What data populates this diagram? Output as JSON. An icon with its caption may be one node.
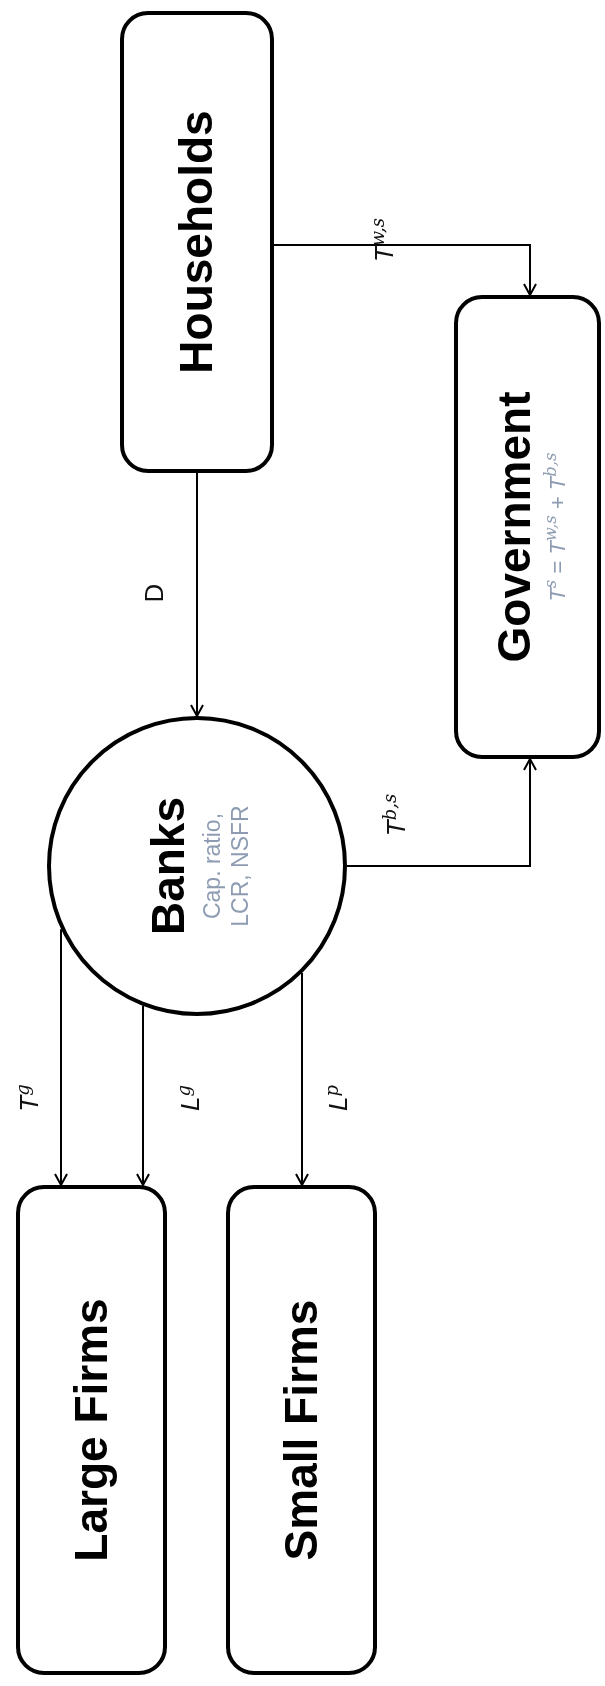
{
  "diagram": {
    "nodes": [
      {
        "text": [
          "Households"
        ]
      },
      {
        "text": [
          "Government",
          "*T*$^{s}$ = *T*$^{w,s}$ + *T*$^{b,s}$"
        ]
      },
      {
        "text": [
          "Banks",
          "Cap. ratio, LCR, NSFR"
        ]
      },
      {
        "text": [
          "Large Firms"
        ]
      },
      {
        "text": [
          "Small Firms"
        ]
      }
    ],
    "edges": [
      {
        "from": 0,
        "to": 2,
        "arrow": "to",
        "label": "D"
      },
      {
        "from": 0,
        "to": 1,
        "arrow": "to",
        "label": "*T*$^{w,s}$"
      },
      {
        "from": 2,
        "to": 1,
        "arrow": "to",
        "label": "*T*$^{b,s}$"
      },
      {
        "from": 2,
        "to": 3,
        "arrow": "to",
        "label": "*T*$^{g}$"
      },
      {
        "from": 2,
        "to": 3,
        "arrow": "to",
        "label": "*L*$^{g}$"
      },
      {
        "from": 2,
        "to": 4,
        "arrow": "to",
        "label": "*L*$^{p}$"
      }
    ]
  }
}
